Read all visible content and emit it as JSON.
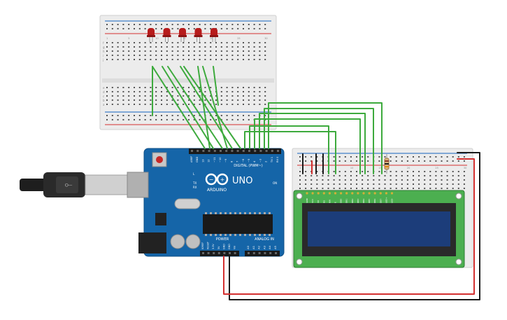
{
  "arduino": {
    "brand": "ARDUINO",
    "model": "UNO",
    "digital_label": "DIGITAL (PWM~)",
    "power_label": "POWER",
    "analog_label": "ANALOG IN",
    "on_label": "ON",
    "tx_label": "TX",
    "rx_label": "RX",
    "l_label": "L",
    "digital_pins": [
      "AREF",
      "GND",
      "13",
      "12",
      "~11",
      "~10",
      "~9",
      "8",
      "7",
      "~6",
      "~5",
      "4",
      "~3",
      "2",
      "TX 1",
      "RX 0"
    ],
    "power_pins": [
      "IOREF",
      "RESET",
      "3.3V",
      "5V",
      "GND",
      "GND",
      "Vin"
    ],
    "analog_pins": [
      "A0",
      "A1",
      "A2",
      "A3",
      "A4",
      "A5"
    ]
  },
  "breadboard_top": {
    "row_letters": [
      "a",
      "b",
      "c",
      "d",
      "e",
      "f",
      "g",
      "h",
      "i",
      "j"
    ],
    "column_numbers": [
      "1",
      "5",
      "10",
      "15",
      "20",
      "25",
      "30"
    ]
  },
  "breadboard_right": {
    "column_numbers": [
      "1",
      "5",
      "10",
      "15",
      "20",
      "25",
      "30"
    ]
  },
  "lcd": {
    "pin_labels": [
      "GND",
      "VCC",
      "V0",
      "RS",
      "RW",
      "E",
      "DB0",
      "DB1",
      "DB2",
      "DB3",
      "DB4",
      "DB5",
      "DB6",
      "DB7",
      "LED+",
      "LED-"
    ]
  },
  "leds": {
    "count": 5,
    "color": "#b71c1c"
  },
  "colors": {
    "board": "#1565a8",
    "breadboard": "#ececec",
    "wire_green": "#3daa3d",
    "wire_red": "#d32f2f",
    "wire_black": "#1a1a1a",
    "lcd_screen": "#1c3d7a",
    "lcd_pcb": "#4caf50"
  }
}
